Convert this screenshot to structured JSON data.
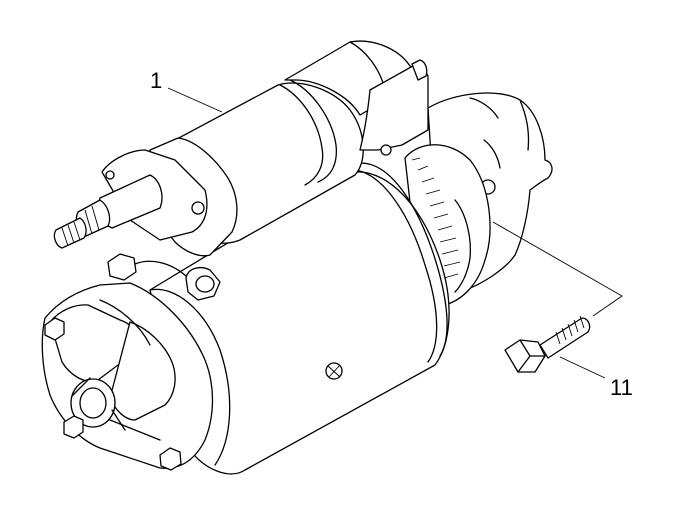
{
  "callouts": [
    {
      "id": "starter-motor",
      "label": "1"
    },
    {
      "id": "bolt",
      "label": "11"
    }
  ]
}
